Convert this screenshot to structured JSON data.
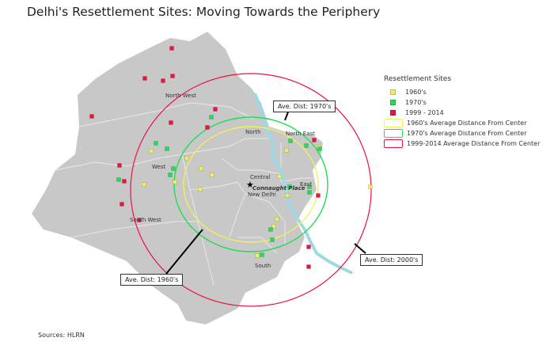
{
  "title": "Delhi's Resettlement Sites: Moving Towards the Periphery",
  "sources": "Sources: HLRN",
  "legend": {
    "heading": "Resettlement Sites",
    "items": [
      {
        "label": "1960's",
        "color": "#f2f05a",
        "kind": "point"
      },
      {
        "label": "1970's",
        "color": "#22dd55",
        "kind": "point"
      },
      {
        "label": "1999 - 2014",
        "color": "#ee1144",
        "kind": "point"
      },
      {
        "label": "1960's Average Distance From Center",
        "color": "#f2f05a",
        "kind": "ring"
      },
      {
        "label": "1970's Average Distance From Center",
        "color": "#22dd55",
        "kind": "ring"
      },
      {
        "label": "1999-2014 Average Distance From Center",
        "color": "#ee1144",
        "kind": "ring"
      }
    ]
  },
  "districts": [
    "North West",
    "West",
    "South West",
    "North",
    "North East",
    "Central",
    "New Delhi",
    "East",
    "South"
  ],
  "landmark": "Connaught Place",
  "callouts": {
    "d1960": "Ave. Dist: 1960's",
    "d1970": "Ave. Dist: 1970's",
    "d2000": "Ave. Dist: 2000's"
  },
  "colors": {
    "land": "#c8c8c8",
    "river": "#9fd8e6",
    "roads": "#e8e8e8"
  }
}
